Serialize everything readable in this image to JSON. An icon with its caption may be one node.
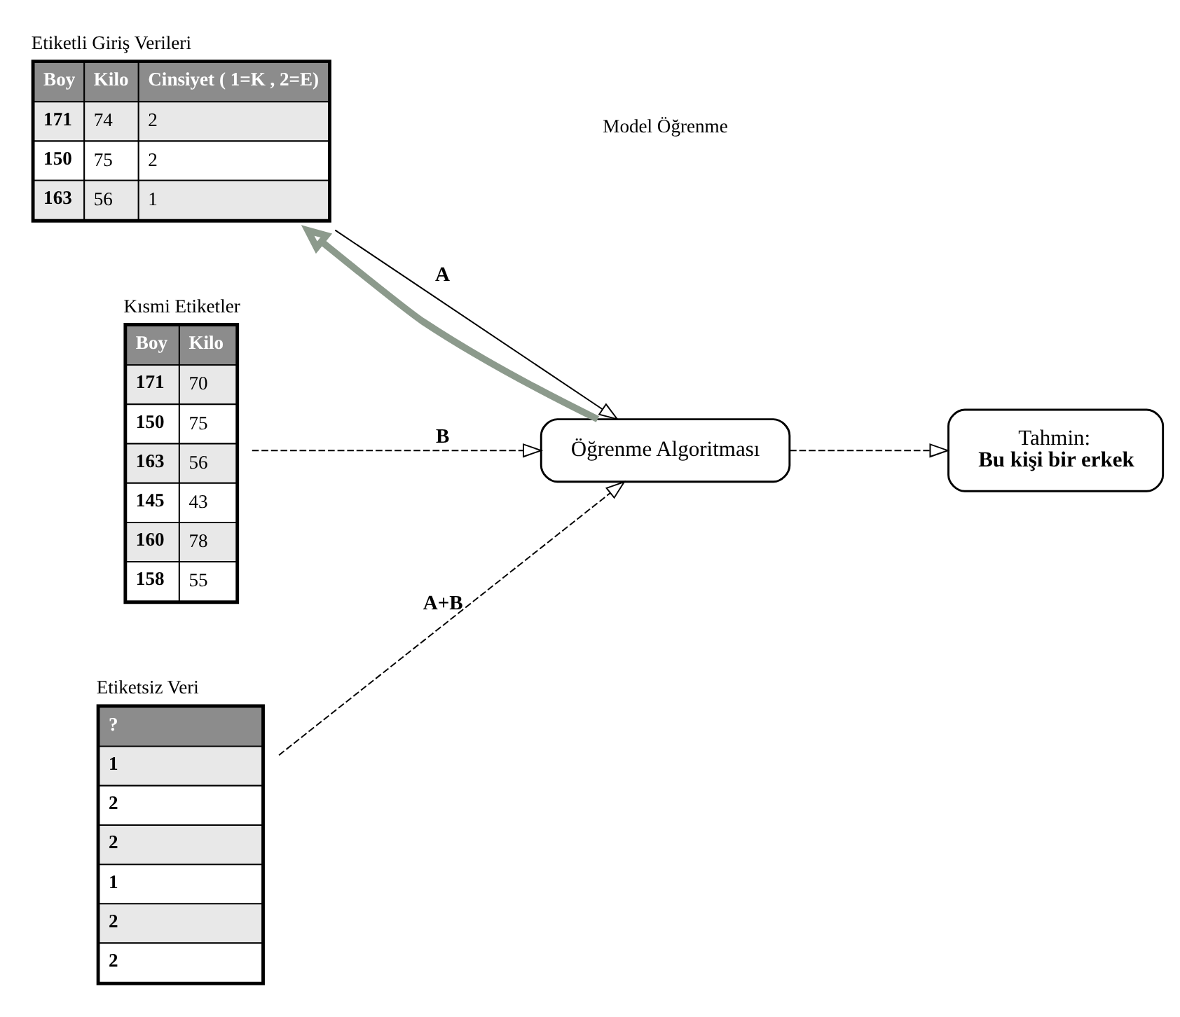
{
  "diagram": {
    "nodes": [
      {
        "text": [
          "Etiketli Giriş Verileri",
          "Boy",
          "Kilo",
          "Cinsiyet ( 1=K , 2=E)",
          "171",
          "74",
          "2",
          "150",
          "75",
          "2",
          "163",
          "56",
          "1"
        ]
      },
      {
        "text": [
          "Kısmi Etiketler",
          "Boy",
          "Kilo",
          "171",
          "70",
          "150",
          "75",
          "163",
          "56",
          "145",
          "43",
          "160",
          "78",
          "158",
          "55"
        ]
      },
      {
        "text": [
          "Etiketsiz Veri",
          "?",
          "1",
          "2",
          "2",
          "1",
          "2",
          "2"
        ]
      },
      {
        "text": [
          "Öğrenme Algoritması"
        ]
      },
      {
        "text": [
          "Tahmin:",
          "Bu kişi bir erkek"
        ]
      }
    ],
    "edges": [
      {
        "from": 0,
        "to": 3,
        "arrow": "to",
        "label": "A"
      },
      {
        "from": 1,
        "to": 3,
        "arrow": "to",
        "label": "B",
        "style": "dashed"
      },
      {
        "from": 2,
        "to": 3,
        "arrow": "to",
        "label": "A+B",
        "style": "dashed"
      },
      {
        "from": 3,
        "to": 4,
        "arrow": "to",
        "style": "dashed"
      },
      {
        "from": 3,
        "to": 0,
        "arrow": "to",
        "style": "thick",
        "color": "#8c9a8c"
      }
    ],
    "labels": [
      "Model Öğrenme"
    ]
  }
}
